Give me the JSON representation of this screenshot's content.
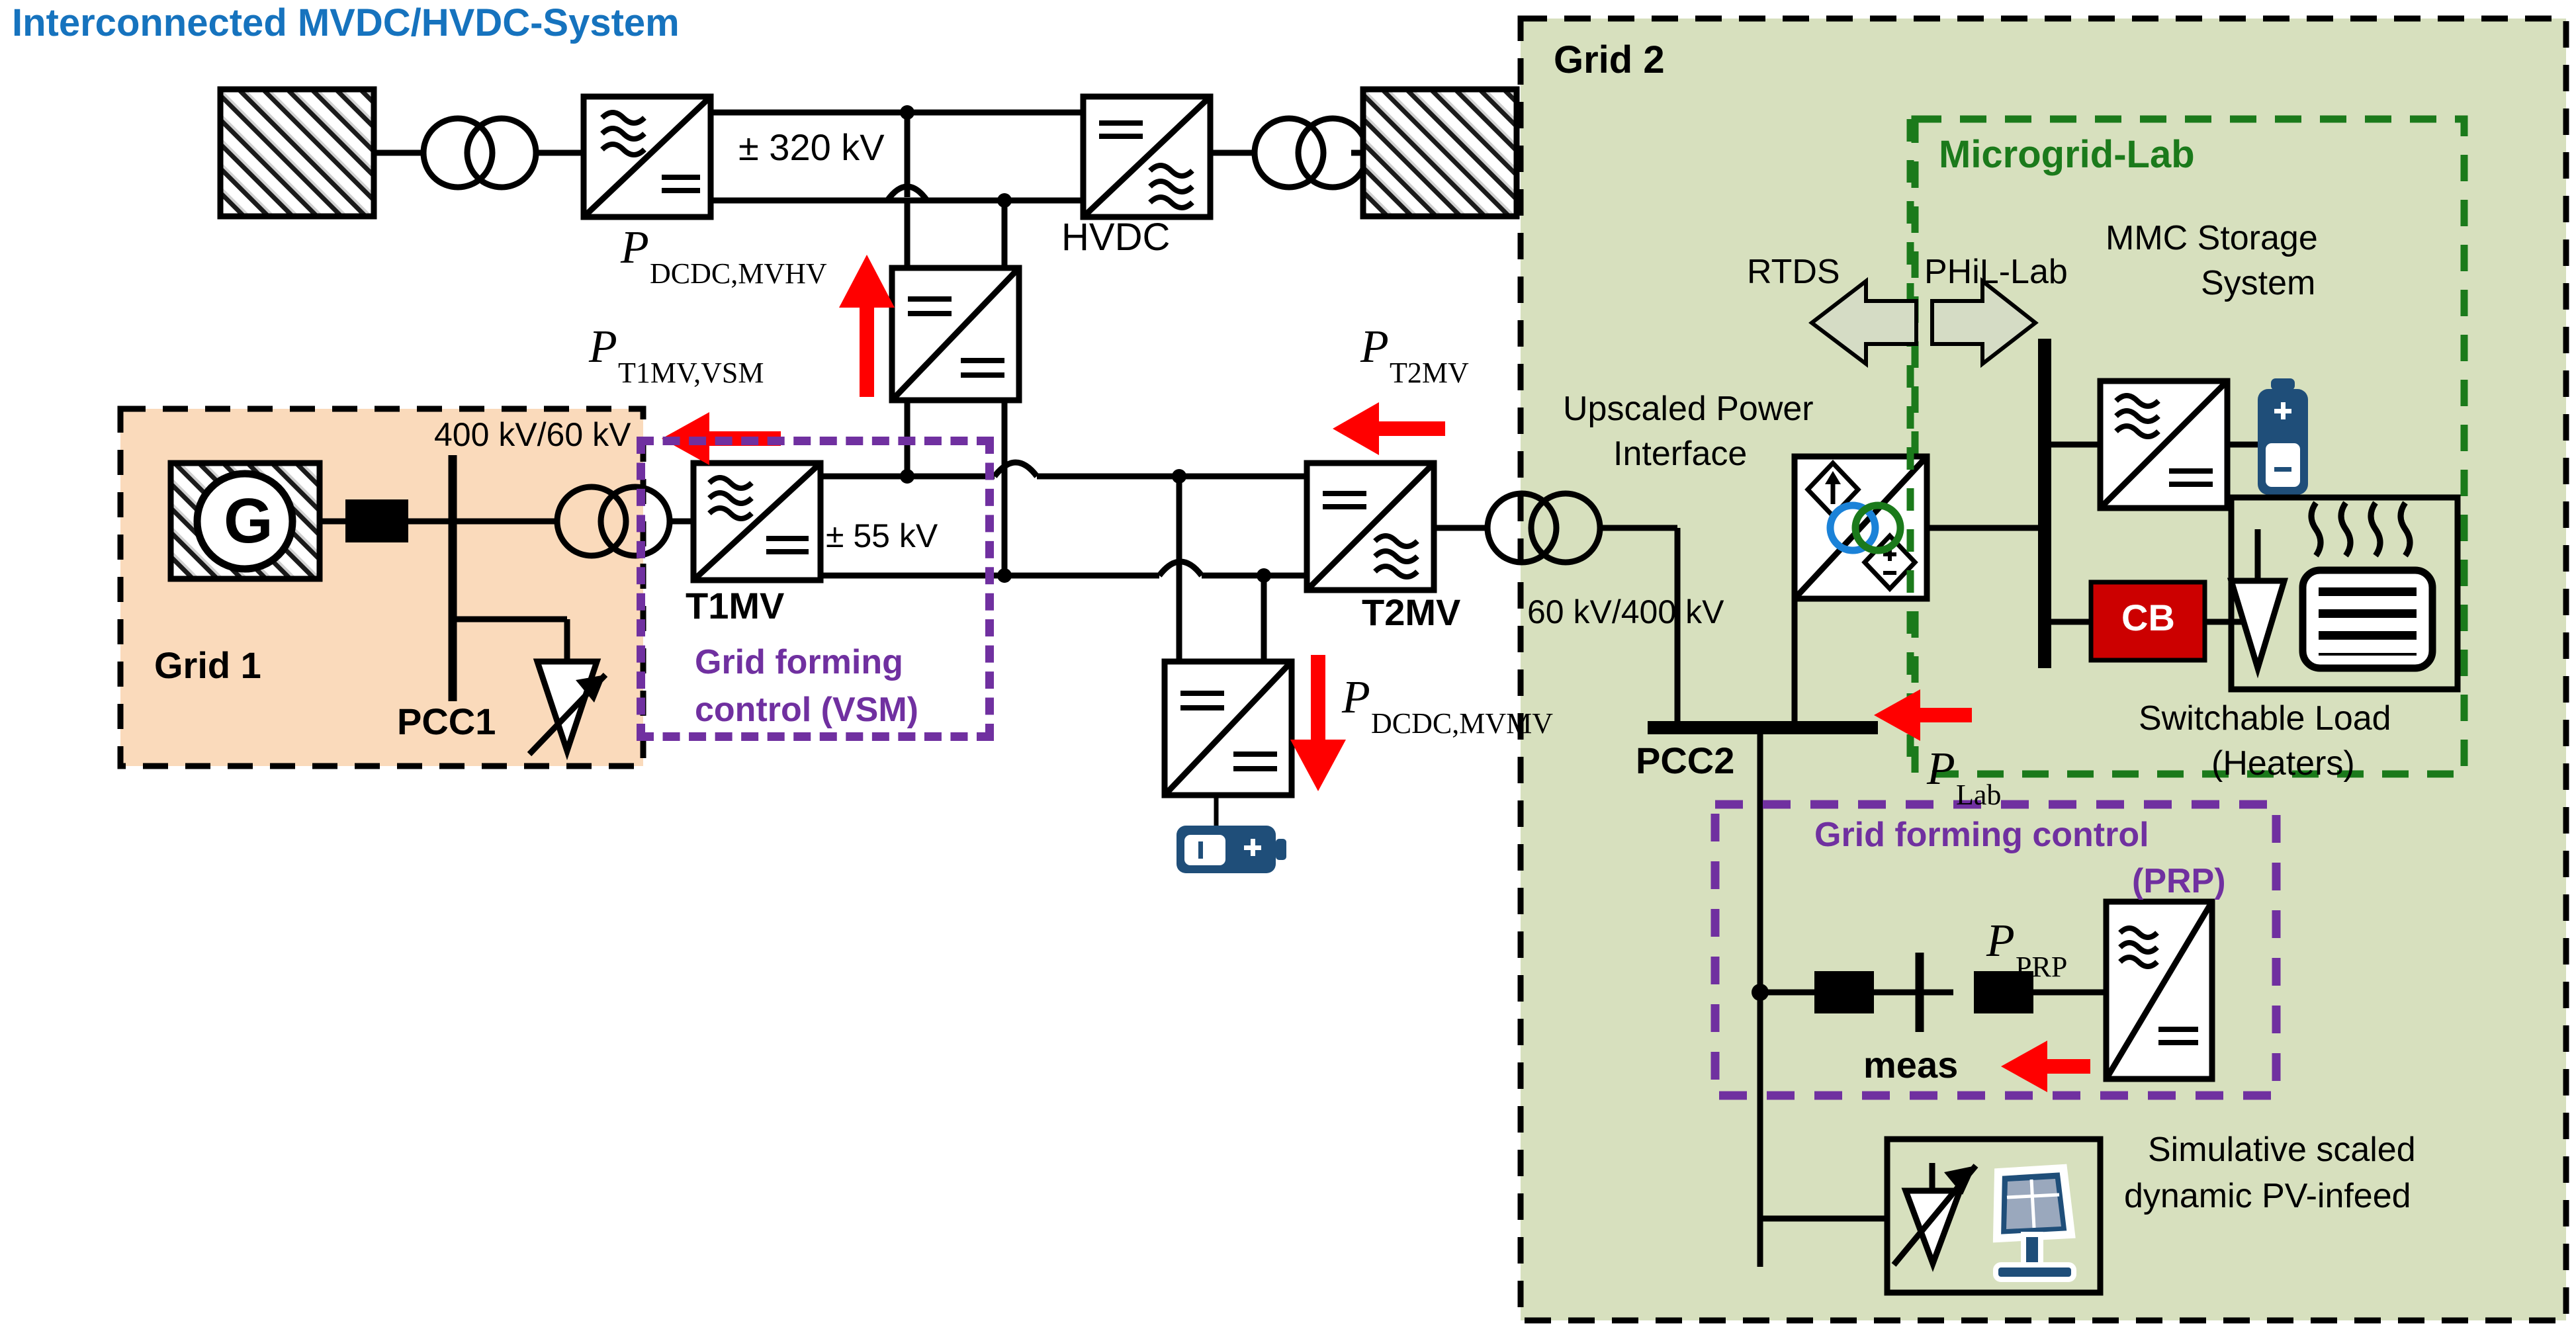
{
  "title": "Interconnected MVDC/HVDC-System",
  "colors": {
    "title_blue": "#1673be",
    "grid1_fill": "#fadabb",
    "grid2_fill": "#d7e0be",
    "purple": "#7030a0",
    "green": "#1b7a1b",
    "red": "#ff0000",
    "cb_red": "#cc0000",
    "battery_blue": "#1f4e79"
  },
  "regions": {
    "grid1_label": "Grid 1",
    "grid2_label": "Grid 2",
    "microgrid_lab_label": "Microgrid-Lab"
  },
  "labels": {
    "hvdc_voltage": "± 320 kV",
    "hvdc": "HVDC",
    "p_dcdc_mvhv": "P",
    "p_dcdc_mvhv_sub": "DCDC,MVHV",
    "p_t1mv_vsm": "P",
    "p_t1mv_vsm_sub": "T1MV,VSM",
    "transformer_400_60": "400 kV/60 kV",
    "pcc1": "PCC1",
    "t1mv": "T1MV",
    "mvdc_voltage": "± 55 kV",
    "vsm_line1": "Grid forming",
    "vsm_line2": "control (VSM)",
    "p_t2mv": "P",
    "p_t2mv_sub": "T2MV",
    "t2mv": "T2MV",
    "transformer_60_400": "60 kV/400 kV",
    "p_dcdc_mvmv": "P",
    "p_dcdc_mvmv_sub": "DCDC,MVMV",
    "rtds": "RTDS",
    "phil_lab": "PHiL-Lab",
    "upscaled_line1": "Upscaled Power",
    "upscaled_line2": "Interface",
    "mmc_line1": "MMC Storage",
    "mmc_line2": "System",
    "cb": "CB",
    "switchable_line1": "Switchable Load",
    "switchable_line2": "(Heaters)",
    "pcc2": "PCC2",
    "p_lab": "P",
    "p_lab_sub": "Lab",
    "prp_line1": "Grid forming control",
    "prp_line2": "(PRP)",
    "p_prp": "P",
    "p_prp_sub": "PRP",
    "meas": "meas",
    "pv_line1": "Simulative scaled",
    "pv_line2": "dynamic PV-infeed"
  },
  "icons": {
    "generator": "G",
    "battery_plus": "+",
    "battery_minus": "−",
    "ac_symbol": "ac-wave-icon",
    "dc_symbol": "dc-bars-icon"
  }
}
